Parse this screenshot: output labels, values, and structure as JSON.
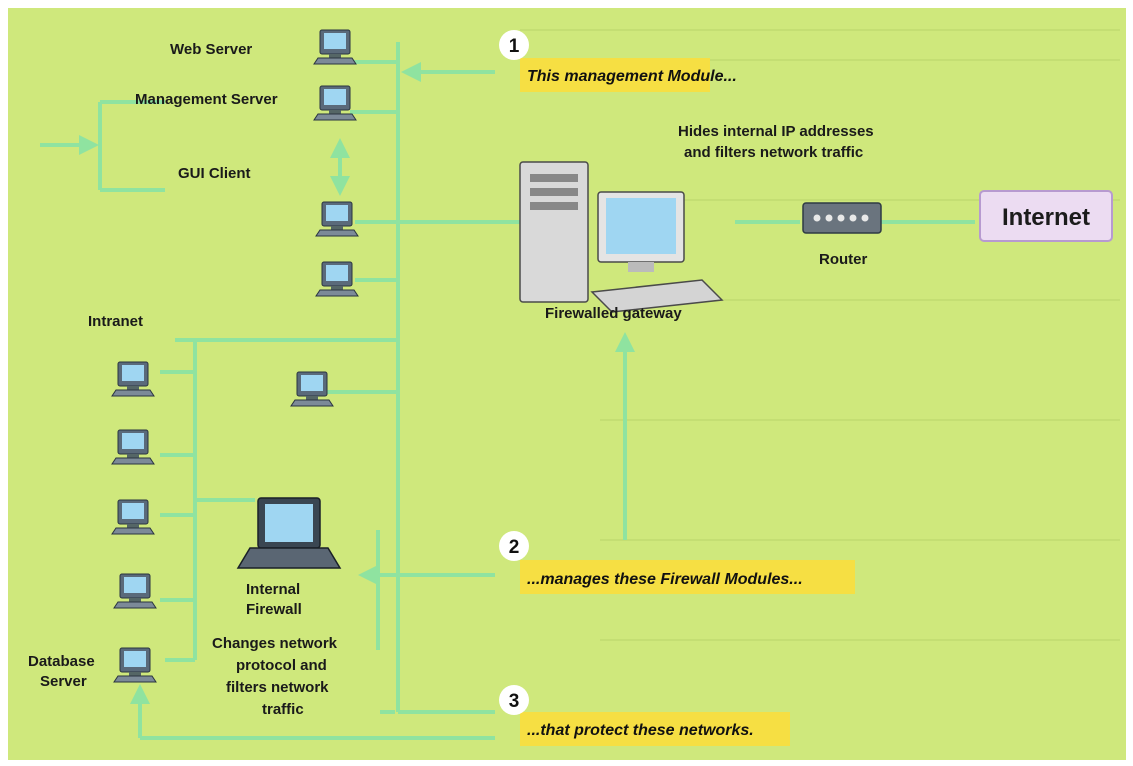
{
  "labels": {
    "web_server": "Web Server",
    "management_server": "Management Server",
    "gui_client": "GUI Client",
    "intranet": "Intranet",
    "database_server_1": "Database",
    "database_server_2": "Server",
    "internal_firewall_1": "Internal",
    "internal_firewall_2": "Firewall",
    "internal_desc_1": "Changes network",
    "internal_desc_2": "protocol and",
    "internal_desc_3": "filters network",
    "internal_desc_4": "traffic",
    "gateway": "Firewalled gateway",
    "gateway_desc_1": "Hides internal IP addresses",
    "gateway_desc_2": "and filters network traffic",
    "router": "Router",
    "internet": "Internet"
  },
  "steps": [
    {
      "number": "1",
      "caption": "This management Module..."
    },
    {
      "number": "2",
      "caption": "...manages these Firewall Modules..."
    },
    {
      "number": "3",
      "caption": "...that protect these networks."
    }
  ],
  "colors": {
    "background": "#cfe87c",
    "line": "#8fe3a0",
    "callout": "#f6df43",
    "internet_box": "#ecdcf2",
    "internet_border": "#b79ad0"
  },
  "icons": [
    "computer-icon",
    "laptop-icon",
    "tower-pc-icon",
    "router-icon",
    "arrow-icon"
  ]
}
